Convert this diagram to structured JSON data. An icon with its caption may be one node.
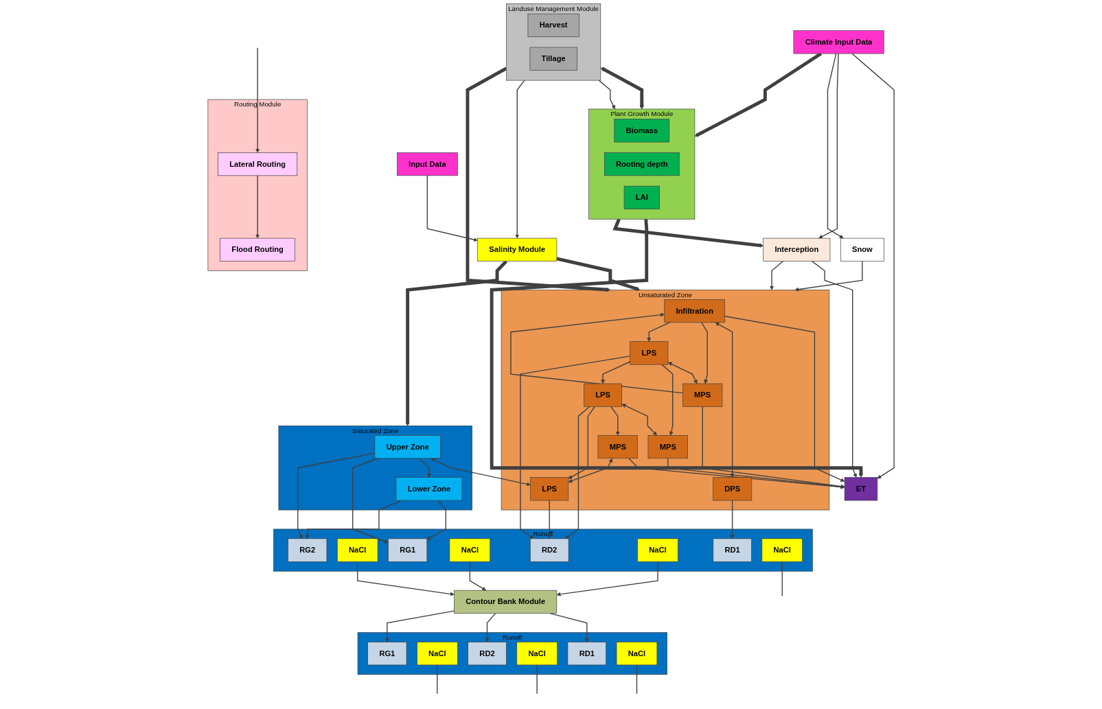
{
  "diagram": {
    "nodes": [
      {
        "text": [
          "Landuse Management Module"
        ]
      },
      {
        "text": [
          "Harvest"
        ],
        "in": 0
      },
      {
        "text": [
          "Tillage"
        ],
        "in": 0
      },
      {
        "text": [
          "Plant Growth Module"
        ]
      },
      {
        "text": [
          "Biomass"
        ],
        "in": 3
      },
      {
        "text": [
          "Rooting depth"
        ],
        "in": 3
      },
      {
        "text": [
          "LAI"
        ],
        "in": 3
      },
      {
        "text": [
          "Climate Input Data"
        ]
      },
      {
        "text": [
          "Routing Module"
        ]
      },
      {
        "text": [
          "Lateral Routing"
        ],
        "in": 8
      },
      {
        "text": [
          "Flood Routing"
        ],
        "in": 8
      },
      {
        "text": [
          "ET"
        ]
      },
      {
        "text": [
          "Interception"
        ]
      },
      {
        "text": [
          "Snow"
        ]
      },
      {
        "text": [
          "Runoff"
        ]
      },
      {
        "text": [
          "RD1"
        ],
        "in": 14
      },
      {
        "text": [
          "NaCl"
        ],
        "in": 14
      },
      {
        "text": [
          "RD2"
        ],
        "in": 14
      },
      {
        "text": [
          "NaCl"
        ],
        "in": 14
      },
      {
        "text": [
          "RG1"
        ],
        "in": 14
      },
      {
        "text": [
          "NaCl"
        ],
        "in": 14
      },
      {
        "text": [
          "Unsaturated Zone"
        ]
      },
      {
        "text": [
          "Infiltration"
        ],
        "in": 21
      },
      {
        "text": [
          "DPS"
        ],
        "in": 21
      },
      {
        "text": [
          "MPS"
        ],
        "in": 21
      },
      {
        "text": [
          "LPS"
        ],
        "in": 21
      },
      {
        "text": [
          "MPS"
        ],
        "in": 21
      },
      {
        "text": [
          "LPS"
        ],
        "in": 21
      },
      {
        "text": [
          "MPS"
        ],
        "in": 21
      },
      {
        "text": [
          "LPS"
        ],
        "in": 21
      },
      {
        "text": [
          "Contour Bank Module"
        ]
      },
      {
        "text": [
          "Salinity Module"
        ]
      },
      {
        "text": [
          "Saturated Zone"
        ]
      },
      {
        "text": [
          "Upper Zone"
        ],
        "in": 32
      },
      {
        "text": [
          "Lower Zone"
        ],
        "in": 32
      },
      {
        "text": [
          "Runoff"
        ]
      },
      {
        "text": [
          "RD1"
        ],
        "in": 35
      },
      {
        "text": [
          "NaCl"
        ],
        "in": 35
      },
      {
        "text": [
          "RD2"
        ],
        "in": 35
      },
      {
        "text": [
          "NaCl"
        ],
        "in": 35
      },
      {
        "text": [
          "RG1"
        ],
        "in": 35
      },
      {
        "text": [
          "NaCl"
        ],
        "in": 35
      },
      {
        "text": [
          "RG2"
        ],
        "in": 35
      },
      {
        "text": [
          "NaCl"
        ],
        "in": 35
      },
      {
        "text": [
          "Input Data"
        ]
      }
    ],
    "edges": [
      {
        "from": 7,
        "to": 3,
        "arrow": "to",
        "style": "thick"
      },
      {
        "from": 0,
        "to": 3,
        "arrow": "both",
        "style": "thick"
      },
      {
        "from": 0,
        "to": 3,
        "arrow": "to"
      },
      {
        "from": 0,
        "to": 31,
        "arrow": "to"
      },
      {
        "from": 0,
        "to": 21,
        "arrow": "to",
        "style": "thick"
      },
      {
        "from": 3,
        "to": 11,
        "arrow": "to",
        "style": "thick"
      },
      {
        "from": 3,
        "to": 12,
        "arrow": "to",
        "style": "thick"
      },
      {
        "from": 7,
        "to": 11,
        "arrow": "to"
      },
      {
        "from": 7,
        "to": 12,
        "arrow": "to"
      },
      {
        "from": 7,
        "to": 13,
        "arrow": "to"
      },
      {
        "from": 12,
        "to": 21,
        "arrow": "to"
      },
      {
        "from": 13,
        "to": 21,
        "arrow": "to"
      },
      {
        "from": 12,
        "to": 11,
        "arrow": "to"
      },
      {
        "from": 22,
        "to": 11,
        "arrow": "to"
      },
      {
        "from": 24,
        "to": 11,
        "arrow": "to"
      },
      {
        "from": 26,
        "to": 11,
        "arrow": "to"
      },
      {
        "from": 28,
        "to": 11,
        "arrow": "to"
      },
      {
        "from": 22,
        "to": 23,
        "arrow": "both"
      },
      {
        "from": 24,
        "to": 22,
        "arrow": "to"
      },
      {
        "from": 22,
        "to": 24,
        "arrow": "to"
      },
      {
        "from": 22,
        "to": 25,
        "arrow": "to"
      },
      {
        "from": 25,
        "to": 24,
        "arrow": "both"
      },
      {
        "from": 25,
        "to": 26,
        "arrow": "to"
      },
      {
        "from": 25,
        "to": 27,
        "arrow": "to"
      },
      {
        "from": 27,
        "to": 26,
        "arrow": "both"
      },
      {
        "from": 27,
        "to": 28,
        "arrow": "to"
      },
      {
        "from": 27,
        "to": 29,
        "arrow": "to"
      },
      {
        "from": 28,
        "to": 29,
        "arrow": "both"
      },
      {
        "from": 33,
        "to": 29,
        "arrow": "both"
      },
      {
        "from": 33,
        "to": 34,
        "arrow": "to"
      },
      {
        "from": 33,
        "to": 40,
        "arrow": "to"
      },
      {
        "from": 33,
        "to": 42,
        "arrow": "to"
      },
      {
        "from": 34,
        "to": 40,
        "arrow": "to"
      },
      {
        "from": 34,
        "to": 42,
        "arrow": "to"
      },
      {
        "from": 31,
        "to": 21,
        "arrow": "to",
        "style": "thick"
      },
      {
        "from": 31,
        "to": 32,
        "arrow": "to",
        "style": "thick"
      },
      {
        "from": 44,
        "to": 31,
        "arrow": "to"
      },
      {
        "from": 23,
        "to": 36,
        "arrow": "to"
      },
      {
        "from": 25,
        "to": 38,
        "arrow": "to"
      },
      {
        "from": 27,
        "to": 38,
        "arrow": "to"
      },
      {
        "from": 29,
        "to": 38,
        "arrow": "to"
      },
      {
        "from": 30,
        "to": 15,
        "arrow": "to"
      },
      {
        "from": 30,
        "to": 17,
        "arrow": "to"
      },
      {
        "from": 30,
        "to": 19,
        "arrow": "to"
      },
      {
        "from": 37,
        "to": 30,
        "arrow": "to"
      },
      {
        "from": 39,
        "to": 30,
        "arrow": "to"
      },
      {
        "from": 41,
        "to": 30,
        "arrow": "to"
      },
      {
        "from": 16,
        "to": null,
        "arrow": "none"
      },
      {
        "from": 18,
        "to": null,
        "arrow": "none"
      },
      {
        "from": 20,
        "to": null,
        "arrow": "none"
      },
      {
        "from": null,
        "to": 9,
        "arrow": "to"
      },
      {
        "from": 43,
        "to": null,
        "arrow": "none"
      },
      {
        "from": 9,
        "to": 10,
        "arrow": "to"
      }
    ]
  }
}
